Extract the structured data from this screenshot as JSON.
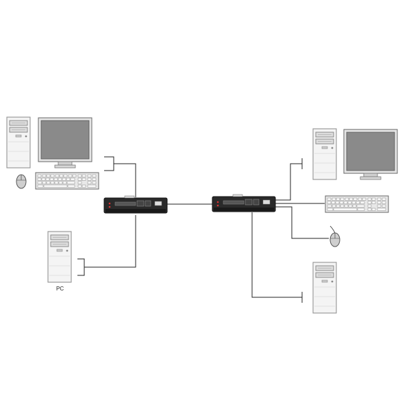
{
  "diagram": {
    "labels": {
      "pc": "PC"
    },
    "nodes": [
      {
        "id": "local-tower",
        "icon": "tower-pc-icon"
      },
      {
        "id": "local-monitor",
        "icon": "monitor-icon"
      },
      {
        "id": "local-keyboard",
        "icon": "keyboard-icon"
      },
      {
        "id": "local-mouse",
        "icon": "mouse-icon"
      },
      {
        "id": "pc-tower",
        "icon": "tower-pc-icon"
      },
      {
        "id": "local-extender",
        "icon": "kvm-extender-icon"
      },
      {
        "id": "remote-extender",
        "icon": "kvm-extender-icon"
      },
      {
        "id": "remote-tower-top",
        "icon": "tower-pc-icon"
      },
      {
        "id": "remote-monitor",
        "icon": "monitor-icon"
      },
      {
        "id": "remote-keyboard",
        "icon": "keyboard-icon"
      },
      {
        "id": "remote-mouse",
        "icon": "mouse-icon"
      },
      {
        "id": "remote-tower-bottom",
        "icon": "tower-pc-icon"
      }
    ],
    "colors": {
      "line": "#222222",
      "device_body": "#2a2a2a",
      "monitor_screen": "#8a8a8a",
      "tower_face": "#f2f2f2"
    }
  }
}
